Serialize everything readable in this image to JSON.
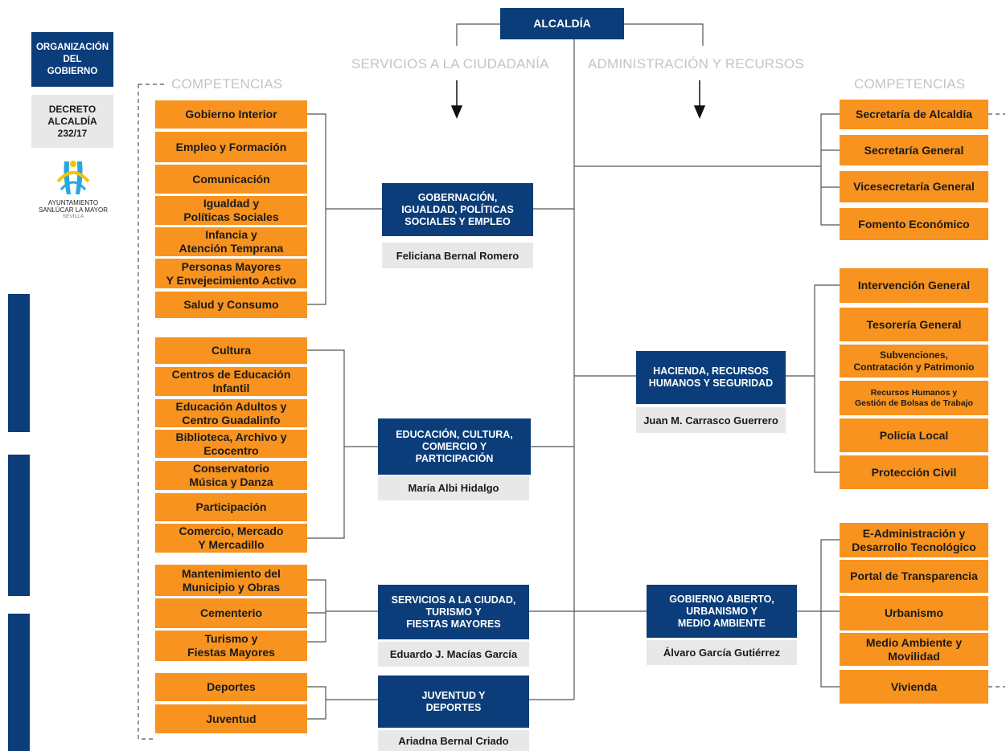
{
  "header": {
    "top": "ALCALDÍA",
    "branch_left": "SERVICIOS A LA CIUDADANÍA",
    "branch_right": "ADMINISTRACIÓN Y RECURSOS",
    "competencias_left": "COMPETENCIAS",
    "competencias_right": "COMPETENCIAS"
  },
  "sidebar": {
    "title": "ORGANIZACIÓN\nDEL\nGOBIERNO",
    "decree": "DECRETO\nALCALDÍA\n232/17",
    "logo_line1": "AYUNTAMIENTO",
    "logo_line2": "SANLÚCAR LA MAYOR",
    "logo_line3": "SEVILLA"
  },
  "delegations": [
    {
      "title": "GOBERNACIÓN,\nIGUALDAD, POLÍTICAS\nSOCIALES Y EMPLEO",
      "person": "Feliciana Bernal Romero"
    },
    {
      "title": "EDUCACIÓN, CULTURA,\nCOMERCIO Y\nPARTICIPACIÓN",
      "person": "María Albi Hidalgo"
    },
    {
      "title": "SERVICIOS A LA CIUDAD,\nTURISMO Y\nFIESTAS MAYORES",
      "person": "Eduardo J. Macías García"
    },
    {
      "title": "JUVENTUD Y\nDEPORTES",
      "person": "Ariadna Bernal Criado"
    },
    {
      "title": "HACIENDA, RECURSOS\nHUMANOS Y SEGURIDAD",
      "person": "Juan M. Carrasco Guerrero"
    },
    {
      "title": "GOBIERNO ABIERTO,\nURBANISMO Y\nMEDIO AMBIENTE",
      "person": "Álvaro García Gutiérrez"
    }
  ],
  "left_competencias": {
    "group1": [
      "Gobierno Interior",
      "Empleo y Formación",
      "Comunicación",
      "Igualdad y\nPolíticas Sociales",
      "Infancia y\nAtención Temprana",
      "Personas Mayores\nY Envejecimiento Activo",
      "Salud y Consumo"
    ],
    "group2": [
      "Cultura",
      "Centros de Educación\nInfantil",
      "Educación Adultos y\nCentro Guadalinfo",
      "Biblioteca, Archivo y\nEcocentro",
      "Conservatorio\nMúsica y Danza",
      "Participación",
      "Comercio, Mercado\nY Mercadillo"
    ],
    "group3": [
      "Mantenimiento del\nMunicipio y Obras",
      "Cementerio",
      "Turismo y\nFiestas Mayores"
    ],
    "group4": [
      "Deportes",
      "Juventud"
    ]
  },
  "right_competencias": {
    "group1": [
      "Secretaría de Alcaldía",
      "Secretaría General",
      "Vicesecretaría General",
      "Fomento Económico"
    ],
    "group2": [
      "Intervención General",
      "Tesorería General",
      "Subvenciones,\nContratación y Patrimonio",
      "Recursos Humanos y\nGestión de Bolsas de Trabajo",
      "Policía Local",
      "Protección Civil"
    ],
    "group3": [
      "E-Administración y\nDesarrollo Tecnológico",
      "Portal de Transparencia",
      "Urbanismo",
      "Medio Ambiente y\nMovilidad",
      "Vivienda"
    ]
  },
  "colors": {
    "navy": "#0a3d79",
    "orange": "#f7931e",
    "gray": "#e8e8e8",
    "line": "#555555",
    "logo_cyan": "#29a8dc",
    "logo_yellow": "#f5c400"
  }
}
